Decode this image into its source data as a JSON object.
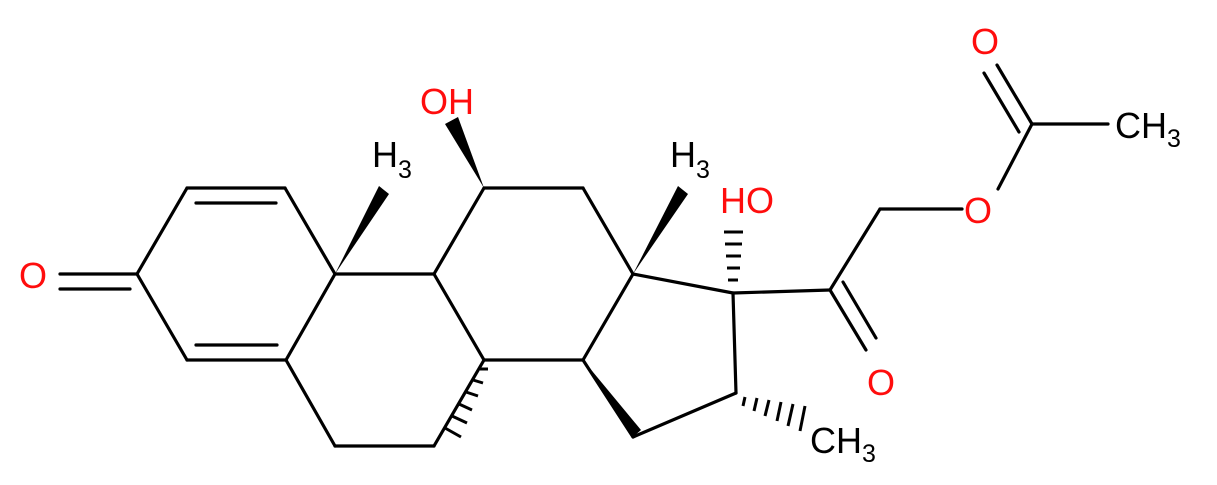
{
  "colors": {
    "bond": "#000000",
    "oxygen": "#ff0d0d",
    "carbon_label": "#000000"
  },
  "labels": {
    "ketone_o": "O",
    "oh_11": "OH",
    "ch3_c10": {
      "main": "H",
      "sub": "3"
    },
    "ch3_c13": {
      "main": "H",
      "sub": "3"
    },
    "oh_17": "HO",
    "ester_o_top": "O",
    "ester_ch3": {
      "main": "CH",
      "sub": "3"
    },
    "ester_o_bridge": "O",
    "ketone_o_c20": "O",
    "ch3_c16": {
      "main": "CH",
      "sub": "3"
    }
  }
}
